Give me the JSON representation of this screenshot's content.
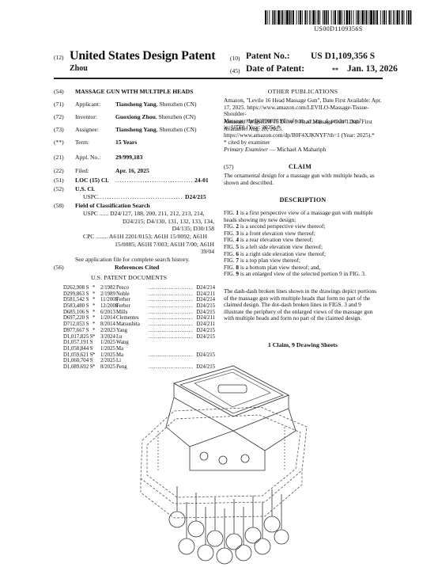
{
  "header": {
    "barcode_number": "US00D1109356S",
    "left_code": "(12)",
    "title": "United States Design Patent",
    "inventor_surname": "Zhou",
    "patent_no_code": "(10)",
    "patent_no_label": "Patent No.:",
    "patent_no_value": "US D1,109,356 S",
    "date_code": "(45)",
    "date_label": "Date of Patent:",
    "date_star": "**",
    "date_value": "Jan. 13, 2026"
  },
  "biblio": {
    "title_code": "(54)",
    "title": "MASSAGE GUN WITH MULTIPLE HEADS",
    "applicant_code": "(71)",
    "applicant_label": "Applicant:",
    "applicant_name": "Tiansheng Yang",
    "applicant_loc": ", Shenzhen (CN)",
    "inventor_code": "(72)",
    "inventor_label": "Inventor:",
    "inventor_name": "Guoxiong Zhou",
    "inventor_loc": ", Shenzhen (CN)",
    "assignee_code": "(73)",
    "assignee_label": "Assignee:",
    "assignee_name": "Tiansheng Yang",
    "assignee_loc": ", Shenzhen (CN)",
    "term_code": "(**)",
    "term_label": "Term:",
    "term_value": "15 Years",
    "appl_code": "(21)",
    "appl_label": "Appl. No.:",
    "appl_value": "29/999,183",
    "filed_code": "(22)",
    "filed_label": "Filed:",
    "filed_value": "Apr. 16, 2025",
    "loc_code": "(51)",
    "loc_label": "LOC (15) Cl.",
    "loc_value": "24-01",
    "uscl_code": "(52)",
    "uscl_label": "U.S. Cl.",
    "uspc_label": "USPC",
    "uspc_value": "D24/215",
    "field_code": "(58)",
    "field_label": "Field of Classification Search",
    "field_uspc_lines": [
      "USPC ...... D24/127, 188, 200, 211, 212, 213, 214,",
      "D24/215; D4/130, 131, 132, 133, 134,",
      "D4/135; D30/158"
    ],
    "field_cpc_lines": [
      "CPC ........ A61H 2201/0153; A61H 15/0092; A61H",
      "15/0085; A61H 7/003; A61H 7/00; A61H",
      "39/04"
    ],
    "search_history": "See application file for complete search history."
  },
  "references": {
    "code": "(56)",
    "heading": "References Cited",
    "subheading": "U.S. PATENT DOCUMENTS",
    "rows": [
      {
        "num": "D262,908 S",
        "star": "*",
        "date": "2/1982",
        "name": "Pesco",
        "cls": "D24/214"
      },
      {
        "num": "D299,863 S",
        "star": "*",
        "date": "2/1989",
        "name": "Noble",
        "cls": "D24/211"
      },
      {
        "num": "D581,542 S",
        "star": "*",
        "date": "11/2008",
        "name": "Ferber",
        "cls": "D24/214"
      },
      {
        "num": "D583,480 S",
        "star": "*",
        "date": "12/2008",
        "name": "Ferber",
        "cls": "D24/215"
      },
      {
        "num": "D685,106 S",
        "star": "*",
        "date": "6/2013",
        "name": "Mills",
        "cls": "D24/215"
      },
      {
        "num": "D697,220 S",
        "star": "*",
        "date": "1/2014",
        "name": "Clementes",
        "cls": "D24/211"
      },
      {
        "num": "D712,053 S",
        "star": "*",
        "date": "8/2014",
        "name": "Matsushita",
        "cls": "D24/211"
      },
      {
        "num": "D977,667 S",
        "star": "*",
        "date": "2/2023",
        "name": "Yang",
        "cls": "D24/215"
      },
      {
        "num": "D1,017,825 S",
        "star": "*",
        "date": "3/2024",
        "name": "Lu",
        "cls": "D24/215"
      },
      {
        "num": "D1,057,191 S",
        "star": "",
        "date": "1/2025",
        "name": "Wang",
        "cls": ""
      },
      {
        "num": "D1,058,844 S",
        "star": "",
        "date": "1/2025",
        "name": "Ma",
        "cls": ""
      },
      {
        "num": "D1,059,621 S",
        "star": "*",
        "date": "1/2025",
        "name": "Ma",
        "cls": "D24/215"
      },
      {
        "num": "D1,060,704 S",
        "star": "",
        "date": "2/2025",
        "name": "Li",
        "cls": ""
      },
      {
        "num": "D1,089,692 S",
        "star": "*",
        "date": "8/2025",
        "name": "Peng",
        "cls": "D24/215"
      }
    ]
  },
  "other_publications": {
    "heading": "OTHER PUBLICATIONS",
    "entries": [
      "Amazon, \"Levilo 16 Head Massage Gun\", Date First Available: Apr. 17, 2025. https://www.amazon.com/LEVILO-Massage-Tissue-Shoulder-Massager/dp/B0F588P1ST/ref=cm_cr_arp_d_product_top?ie=UTF8 (Year: 2025).*",
      "Amazon, \"WigsellM 16 Drive 8 Head Massage Gun\", Date First Available: Aug. 28, 2025. https://www.amazon.com/dp/B0F4XJKNYF?th=1 (Year: 2025).*"
    ],
    "cited": "* cited by examiner",
    "examiner_label": "Primary Examiner",
    "examiner_name": "— Michael A Mahariph"
  },
  "claim": {
    "code": "(57)",
    "heading": "CLAIM",
    "text": "The ornamental design for a massage gun with multiple heads, as shown and described."
  },
  "description": {
    "heading": "DESCRIPTION",
    "figures": [
      {
        "fig": "FIG. 1",
        "text": " is a first perspective view of a massage gun with multiple heads showing my new design;"
      },
      {
        "fig": "FIG. 2",
        "text": " is a second perspective view thereof;"
      },
      {
        "fig": "FIG. 3",
        "text": " is a front elevation view thereof;"
      },
      {
        "fig": "FIG. 4",
        "text": " is a rear elevation view thereof;"
      },
      {
        "fig": "FIG. 5",
        "text": " is a left side elevation view thereof;"
      },
      {
        "fig": "FIG. 6",
        "text": " is a right side elevation view thereof;"
      },
      {
        "fig": "FIG. 7",
        "text": " is a top plan view thereof;"
      },
      {
        "fig": "FIG. 8",
        "text": " is a bottom plan view thereof; and,"
      },
      {
        "fig": "FIG. 9",
        "text": " is an enlarged view of the selected portion 9 in FIG. 3."
      }
    ],
    "dash_paragraph": "The dash-dash broken lines shown in the drawings depict portions of the massage gun with multiple heads that form no part of the claimed design. The dot-dash broken lines in FIGS. 3 and 9 illustrate the periphery of the enlarged views of the massage gun with multiple heads and form no part of the claimed design.",
    "sheets": "1 Claim, 9 Drawing Sheets"
  }
}
